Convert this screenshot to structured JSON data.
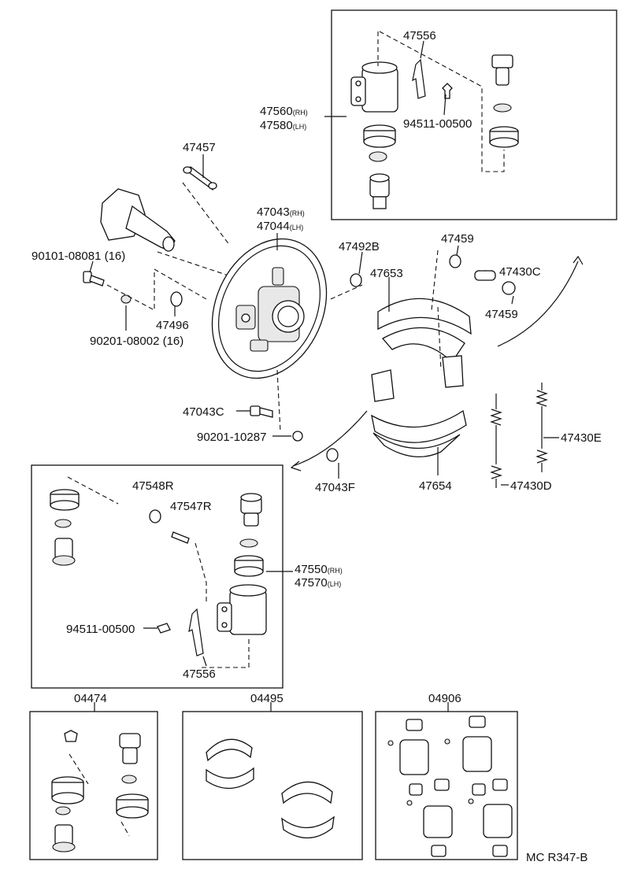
{
  "labels": {
    "p47556_top": "47556",
    "p47560": "47560",
    "p47560_side": "(RH)",
    "p47580": "47580",
    "p47580_side": "(LH)",
    "p94511_top": "94511-00500",
    "p47457": "47457",
    "p47043": "47043",
    "p47043_side": "(RH)",
    "p47044": "47044",
    "p47044_side": "(LH)",
    "p90101": "90101-08081 (16)",
    "p47492B": "47492B",
    "p47459a": "47459",
    "p47653": "47653",
    "p47430C": "47430C",
    "p47459b": "47459",
    "p47496": "47496",
    "p90201a": "90201-08002 (16)",
    "p47043C": "47043C",
    "p90201b": "90201-10287",
    "p47430E": "47430E",
    "p47548R": "47548R",
    "p47547R": "47547R",
    "p47043F": "47043F",
    "p47654": "47654",
    "p47430D": "47430D",
    "p47550": "47550",
    "p47550_side": "(RH)",
    "p47570": "47570",
    "p47570_side": "(LH)",
    "p94511_bot": "94511-00500",
    "p47556_bot": "47556",
    "p04474": "04474",
    "p04495": "04495",
    "p04906": "04906",
    "catalog_ref": "MC R347-B"
  }
}
